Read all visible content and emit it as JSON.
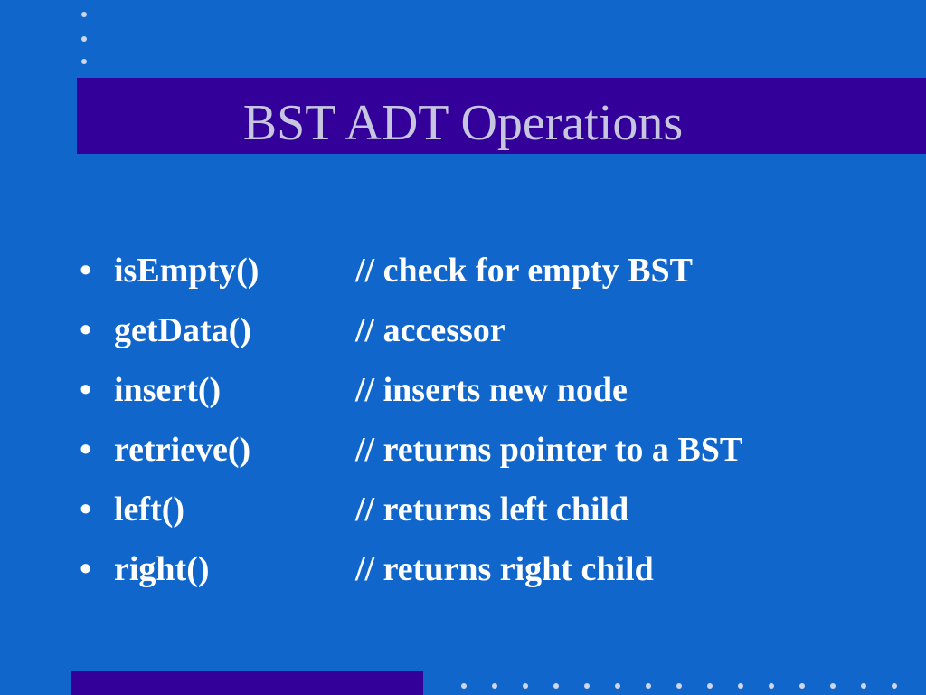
{
  "slide": {
    "title": "BST ADT Operations",
    "bullet_symbol": "•",
    "items": [
      {
        "name": "isEmpty()",
        "comment": "// check for empty BST"
      },
      {
        "name": "getData()",
        "comment": "// accessor"
      },
      {
        "name": "insert()",
        "comment": "// inserts new node"
      },
      {
        "name": "retrieve()",
        "comment": "// returns pointer to a BST"
      },
      {
        "name": "left()",
        "comment": "// returns left child"
      },
      {
        "name": "right()",
        "comment": "// returns right child"
      }
    ]
  },
  "colors": {
    "background": "#1166cc",
    "title_bar": "#330099",
    "title_text": "#c6c6e0",
    "body_text": "#ffffff",
    "dots": "#d0d6ea"
  }
}
